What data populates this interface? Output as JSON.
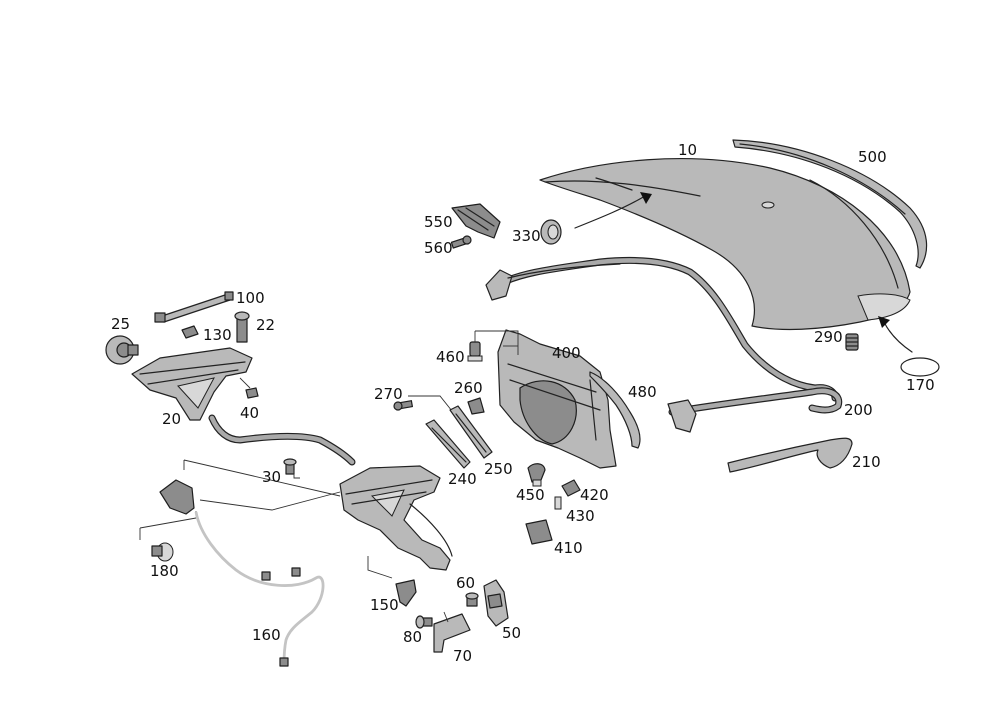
{
  "diagram": {
    "labels": {
      "p10": "10",
      "p20": "20",
      "p22": "22",
      "p25": "25",
      "p30": "30",
      "p40": "40",
      "p50": "50",
      "p60": "60",
      "p70": "70",
      "p80": "80",
      "p100": "100",
      "p130": "130",
      "p150": "150",
      "p160": "160",
      "p170": "170",
      "p180": "180",
      "p200": "200",
      "p210": "210",
      "p240": "240",
      "p250": "250",
      "p260": "260",
      "p270": "270",
      "p290": "290",
      "p330": "330",
      "p400": "400",
      "p410": "410",
      "p420": "420",
      "p430": "430",
      "p450": "450",
      "p460": "460",
      "p480": "480",
      "p500": "500",
      "p550": "550",
      "p560": "560"
    }
  }
}
